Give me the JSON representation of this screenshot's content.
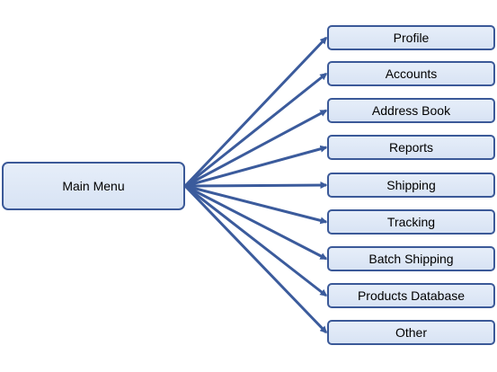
{
  "diagram": {
    "colors": {
      "arrow": "#3b5b9c",
      "node_border": "#3b5998",
      "node_fill": "#dfe8f6"
    },
    "root": {
      "label": "Main Menu"
    },
    "children": [
      {
        "label": "Profile"
      },
      {
        "label": "Accounts"
      },
      {
        "label": "Address Book"
      },
      {
        "label": "Reports"
      },
      {
        "label": "Shipping"
      },
      {
        "label": "Tracking"
      },
      {
        "label": "Batch Shipping"
      },
      {
        "label": "Products Database"
      },
      {
        "label": "Other"
      }
    ]
  }
}
